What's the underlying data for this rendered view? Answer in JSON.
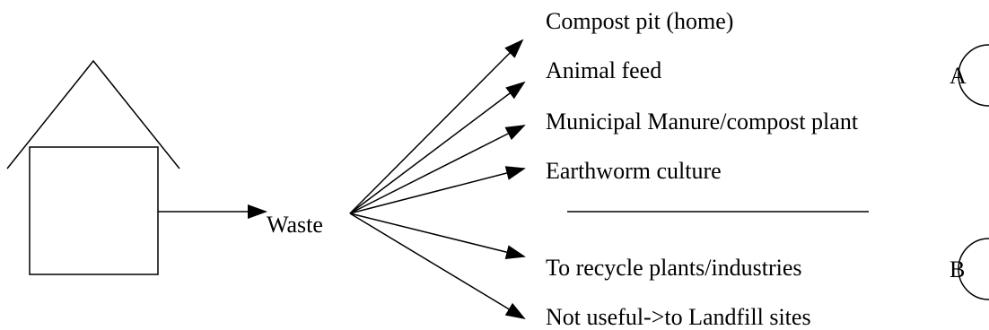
{
  "source_label": "Waste",
  "destinations": [
    {
      "label": "Compost pit (home)",
      "group": "A"
    },
    {
      "label": "Animal feed",
      "group": "A"
    },
    {
      "label": "Municipal Manure/compost plant",
      "group": "A"
    },
    {
      "label": "Earthworm culture",
      "group": "A"
    },
    {
      "label": "To recycle plants/industries",
      "group": "B"
    },
    {
      "label": "Not useful->to Landfill sites",
      "group": "B"
    }
  ],
  "groups": [
    {
      "label": "A"
    },
    {
      "label": "B"
    }
  ]
}
